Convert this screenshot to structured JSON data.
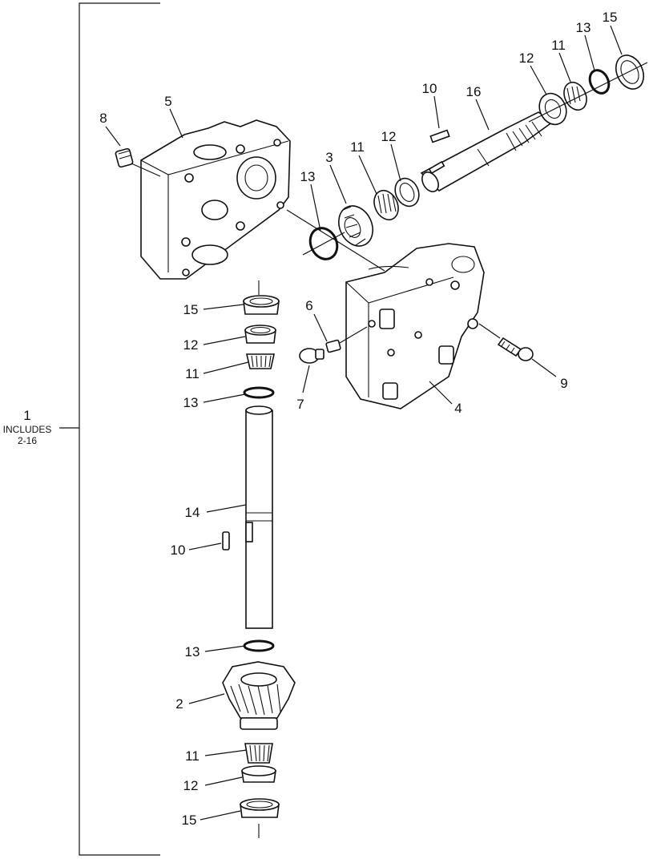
{
  "bracket_label": {
    "number": "1",
    "line1": "INCLUDES",
    "line2": "2-16"
  },
  "callouts": {
    "c2": "2",
    "c3": "3",
    "c4": "4",
    "c5": "5",
    "c6": "6",
    "c7": "7",
    "c8": "8",
    "c9": "9",
    "c10a": "10",
    "c10b": "10",
    "c11a": "11",
    "c11b": "11",
    "c11c": "11",
    "c11d": "11",
    "c12a": "12",
    "c12b": "12",
    "c12c": "12",
    "c12d": "12",
    "c13a": "13",
    "c13b": "13",
    "c13c": "13",
    "c13d": "13",
    "c14": "14",
    "c15a": "15",
    "c15b": "15",
    "c15c": "15",
    "c16": "16"
  },
  "colors": {
    "ink": "#111111",
    "paper": "#ffffff"
  }
}
